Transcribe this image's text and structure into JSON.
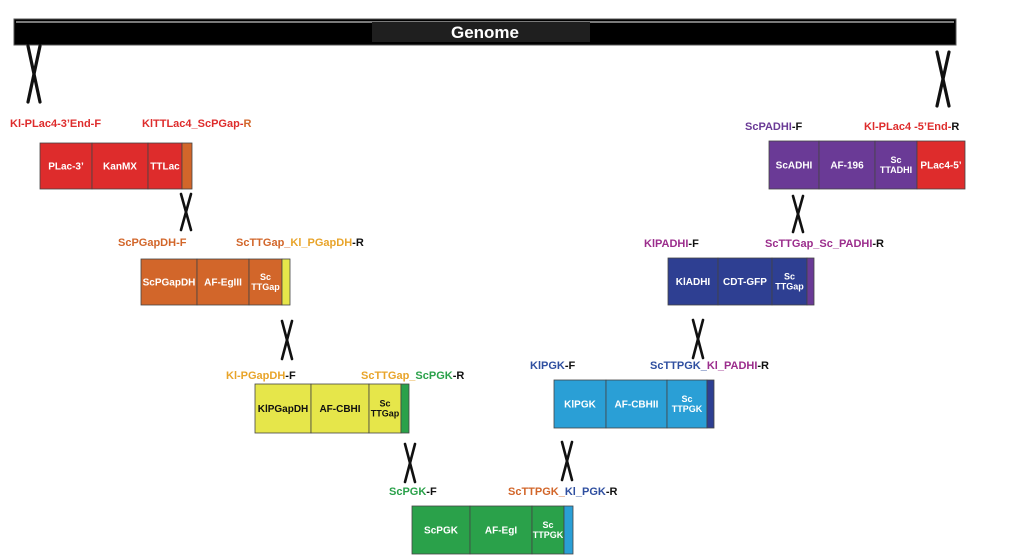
{
  "genome": {
    "label": "Genome"
  },
  "colors": {
    "red": "#de2c2c",
    "orange": "#d2662a",
    "yellow": "#e6e64a",
    "green": "#2aa14a",
    "lightblue": "#2a9fd6",
    "navy": "#2e3f92",
    "purple": "#6a3a96",
    "magenta": "#9b2d8c",
    "bright_green": "#3cb94e",
    "gold": "#e8a42a",
    "dark_blue": "#2f4fa0",
    "black": "#111111"
  },
  "cassettes": [
    {
      "id": "c1",
      "segments": [
        {
          "label": "PLac-3’",
          "color": "#de2c2c"
        },
        {
          "label": "KanMX",
          "color": "#de2c2c"
        },
        {
          "label": "TTLac",
          "color": "#de2c2c"
        },
        {
          "label": "",
          "color": "#d2662a"
        }
      ],
      "primers": [
        {
          "parts": [
            {
              "text": "Kl-PLac4-3’End-",
              "color": "#de2c2c"
            },
            {
              "text": "F",
              "color": "#de2c2c"
            }
          ]
        },
        {
          "parts": [
            {
              "text": "KlTTLac4_ScPGap-",
              "color": "#de2c2c"
            },
            {
              "text": "R",
              "color": "#d2662a"
            }
          ]
        }
      ]
    },
    {
      "id": "c2",
      "segments": [
        {
          "label": "ScPGapDH",
          "color": "#d2662a"
        },
        {
          "label": "AF-EgIII",
          "color": "#d2662a"
        },
        {
          "label": "Sc\nTTGap",
          "color": "#d2662a"
        },
        {
          "label": "",
          "color": "#e6e64a"
        }
      ],
      "primers": [
        {
          "parts": [
            {
              "text": "ScPGapDH-",
              "color": "#d2662a"
            },
            {
              "text": "F",
              "color": "#d2662a"
            }
          ]
        },
        {
          "parts": [
            {
              "text": "ScTTGap_",
              "color": "#d2662a"
            },
            {
              "text": "Kl_PGapDH",
              "color": "#e8a42a"
            },
            {
              "text": "-R",
              "color": "#111111"
            }
          ]
        }
      ]
    },
    {
      "id": "c3",
      "segments": [
        {
          "label": "KlPGapDH",
          "color": "#e6e64a"
        },
        {
          "label": "AF-CBHI",
          "color": "#e6e64a"
        },
        {
          "label": "Sc\nTTGap",
          "color": "#e6e64a"
        },
        {
          "label": "",
          "color": "#2aa14a"
        }
      ],
      "primers": [
        {
          "parts": [
            {
              "text": "Kl-PGapDH",
              "color": "#e8a42a"
            },
            {
              "text": "-F",
              "color": "#111111"
            }
          ]
        },
        {
          "parts": [
            {
              "text": "ScTTGap_",
              "color": "#e8a42a"
            },
            {
              "text": "ScPGK",
              "color": "#2aa14a"
            },
            {
              "text": "-R",
              "color": "#111111"
            }
          ]
        }
      ]
    },
    {
      "id": "c4",
      "segments": [
        {
          "label": "ScPGK",
          "color": "#2aa14a"
        },
        {
          "label": "AF-EgI",
          "color": "#2aa14a"
        },
        {
          "label": "Sc\nTTPGK",
          "color": "#2aa14a"
        },
        {
          "label": "",
          "color": "#2a9fd6"
        }
      ],
      "primers": [
        {
          "parts": [
            {
              "text": "ScPGK",
              "color": "#2aa14a"
            },
            {
              "text": "-F",
              "color": "#111111"
            }
          ]
        },
        {
          "parts": [
            {
              "text": "ScTTPGK_",
              "color": "#d2662a"
            },
            {
              "text": "Kl_PGK",
              "color": "#2f4fa0"
            },
            {
              "text": "-R",
              "color": "#111111"
            }
          ]
        }
      ]
    },
    {
      "id": "c5",
      "segments": [
        {
          "label": "KlPGK",
          "color": "#2a9fd6"
        },
        {
          "label": "AF-CBHII",
          "color": "#2a9fd6"
        },
        {
          "label": "Sc\nTTPGK",
          "color": "#2a9fd6"
        },
        {
          "label": "",
          "color": "#2e3f92"
        }
      ],
      "primers": [
        {
          "parts": [
            {
              "text": "KlPGK",
              "color": "#2f4fa0"
            },
            {
              "text": "-F",
              "color": "#111111"
            }
          ]
        },
        {
          "parts": [
            {
              "text": "ScTTPGK_",
              "color": "#2f4fa0"
            },
            {
              "text": "Kl_PADHI",
              "color": "#9b2d8c"
            },
            {
              "text": "-R",
              "color": "#111111"
            }
          ]
        }
      ]
    },
    {
      "id": "c6",
      "segments": [
        {
          "label": "KlADHI",
          "color": "#2e3f92"
        },
        {
          "label": "CDT-GFP",
          "color": "#2e3f92"
        },
        {
          "label": "Sc\nTTGap",
          "color": "#2e3f92"
        },
        {
          "label": "",
          "color": "#6a3a96"
        }
      ],
      "primers": [
        {
          "parts": [
            {
              "text": "KlPADHI",
              "color": "#9b2d8c"
            },
            {
              "text": "-F",
              "color": "#111111"
            }
          ]
        },
        {
          "parts": [
            {
              "text": "ScTTGap_Sc_PADHI",
              "color": "#9b2d8c"
            },
            {
              "text": "-R",
              "color": "#111111"
            }
          ]
        }
      ]
    },
    {
      "id": "c7",
      "segments": [
        {
          "label": "ScADHI",
          "color": "#6a3a96"
        },
        {
          "label": "AF-196",
          "color": "#6a3a96"
        },
        {
          "label": "Sc\nTTADHI",
          "color": "#6a3a96"
        },
        {
          "label": "PLac4-5’",
          "color": "#de2c2c"
        }
      ],
      "primers": [
        {
          "parts": [
            {
              "text": "ScPADHI",
              "color": "#6a3a96"
            },
            {
              "text": "-F",
              "color": "#111111"
            }
          ]
        },
        {
          "parts": [
            {
              "text": "Kl-PLac4 -5’End-",
              "color": "#de2c2c"
            },
            {
              "text": "R",
              "color": "#111111"
            }
          ]
        }
      ]
    }
  ]
}
